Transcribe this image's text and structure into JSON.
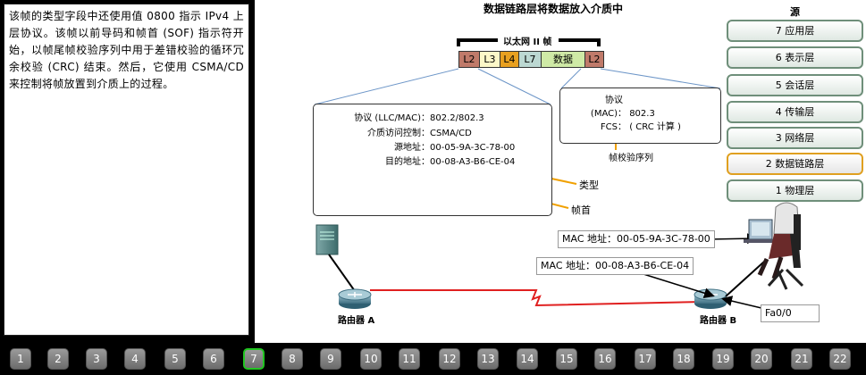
{
  "description": "该帧的类型字段中还使用值 0800 指示 IPv4 上层协议。该帧以前导码和帧首 (SOF) 指示符开始，以帧尾帧校验序列中用于差错校验的循环冗余校验 (CRC) 结束。然后，它使用 CSMA/CD 来控制将帧放置到介质上的过程。",
  "diagram": {
    "title": "数据链路层将数据放入介质中",
    "frame": {
      "label": "以太网 II 帧",
      "cells": [
        {
          "text": "L2",
          "color": "#c07a6a"
        },
        {
          "text": "L3",
          "color": "#fcf7c8"
        },
        {
          "text": "L4",
          "color": "#e8a020"
        },
        {
          "text": "L7",
          "color": "#bcd8d2"
        },
        {
          "text": "数据",
          "color": "#cfeaa6"
        },
        {
          "text": "L2",
          "color": "#c07a6a"
        }
      ]
    },
    "header_box": {
      "rows": [
        {
          "key": "协议 (LLC/MAC)：",
          "value": "802.2/802.3"
        },
        {
          "key": "介质访问控制：",
          "value": "CSMA/CD"
        },
        {
          "key": "源地址：",
          "value": "00-05-9A-3C-78-00"
        },
        {
          "key": "目的地址：",
          "value": "00-08-A3-B6-CE-04"
        }
      ]
    },
    "trailer_box": {
      "rows": [
        {
          "key": "协议",
          "value": ""
        },
        {
          "key": "(MAC)：",
          "value": "802.3"
        },
        {
          "key": "FCS：",
          "value": "( CRC 计算 )"
        }
      ],
      "caption": "帧校验序列"
    },
    "callouts": {
      "type": "类型",
      "sof": "帧首"
    },
    "source": {
      "title": "源",
      "layers": [
        "7 应用层",
        "6 表示层",
        "5 会话层",
        "4 传输层",
        "3 网络层",
        "2 数据链路层",
        "1 物理层"
      ],
      "active_index": 5
    },
    "mac_labels": {
      "source": "MAC 地址：00-05-9A-3C-78-00",
      "dest": "MAC 地址：00-08-A3-B6-CE-04"
    },
    "routers": {
      "a": "路由器 A",
      "b": "路由器 B"
    },
    "interface": "Fa0/0"
  },
  "steps": {
    "items": [
      "1",
      "2",
      "3",
      "4",
      "5",
      "6",
      "7",
      "8",
      "9",
      "10",
      "11",
      "12",
      "13",
      "14",
      "15",
      "16",
      "17",
      "18",
      "19",
      "20",
      "21",
      "22"
    ],
    "active": "7"
  },
  "colors": {
    "link_red": "#e02020",
    "arrow_orange": "#f0a000",
    "active_step": "#22c522",
    "active_layer": "#e0a020"
  }
}
